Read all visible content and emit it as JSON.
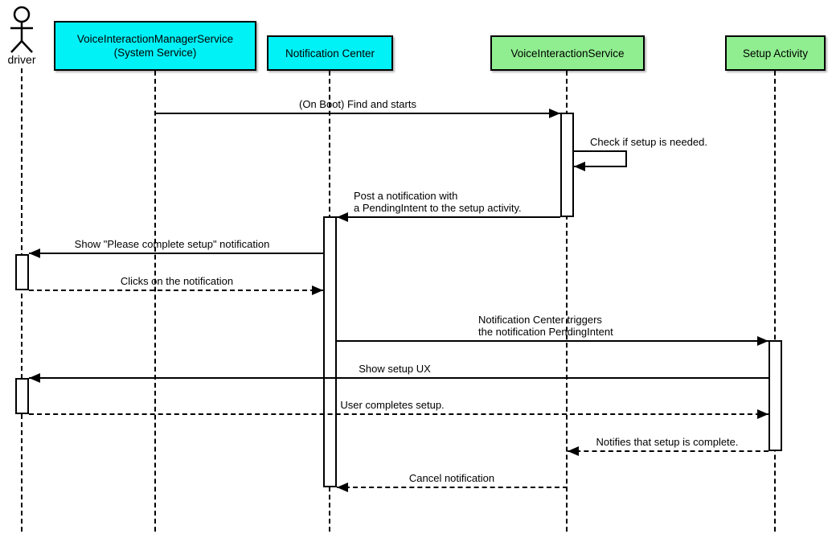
{
  "diagram_type": "uml-sequence-diagram",
  "colors": {
    "participant_cyan": "#00f2f7",
    "participant_green": "#90ee90",
    "line": "#000000",
    "background": "#ffffff"
  },
  "participants": [
    {
      "type": "actor",
      "label": "driver"
    },
    {
      "type": "box",
      "lines": [
        "VoiceInteractionManagerService",
        "(System Service)"
      ],
      "fill": "cyan"
    },
    {
      "type": "box",
      "label": "Notification Center",
      "fill": "cyan"
    },
    {
      "type": "box",
      "label": "VoiceInteractionService",
      "fill": "green"
    },
    {
      "type": "box",
      "label": "Setup Activity",
      "fill": "green"
    }
  ],
  "messages": [
    {
      "label": "(On Boot) Find and starts",
      "from": "VoiceInteractionManagerService (System Service)",
      "to": "VoiceInteractionService",
      "line": "solid"
    },
    {
      "label": "Check if setup is needed.",
      "from": "VoiceInteractionService",
      "to": "VoiceInteractionService",
      "line": "solid",
      "kind": "self-message"
    },
    {
      "lines": [
        "Post a notification with",
        "a PendingIntent to the setup activity."
      ],
      "from": "VoiceInteractionService",
      "to": "Notification Center",
      "line": "solid"
    },
    {
      "label": "Show \"Please complete setup\" notification",
      "from": "Notification Center",
      "to": "driver",
      "line": "solid"
    },
    {
      "label": "Clicks on the notification",
      "from": "driver",
      "to": "Notification Center",
      "line": "dashed"
    },
    {
      "lines": [
        "Notification Center triggers",
        "the notification PendingIntent"
      ],
      "from": "Notification Center",
      "to": "Setup Activity",
      "line": "solid"
    },
    {
      "label": "Show setup UX",
      "from": "Setup Activity",
      "to": "driver",
      "line": "solid"
    },
    {
      "label": "User completes setup.",
      "from": "driver",
      "to": "Setup Activity",
      "line": "dashed"
    },
    {
      "label": "Notifies that setup is complete.",
      "from": "Setup Activity",
      "to": "VoiceInteractionService",
      "line": "dashed"
    },
    {
      "label": "Cancel notification",
      "from": "VoiceInteractionService",
      "to": "Notification Center",
      "line": "dashed"
    }
  ]
}
